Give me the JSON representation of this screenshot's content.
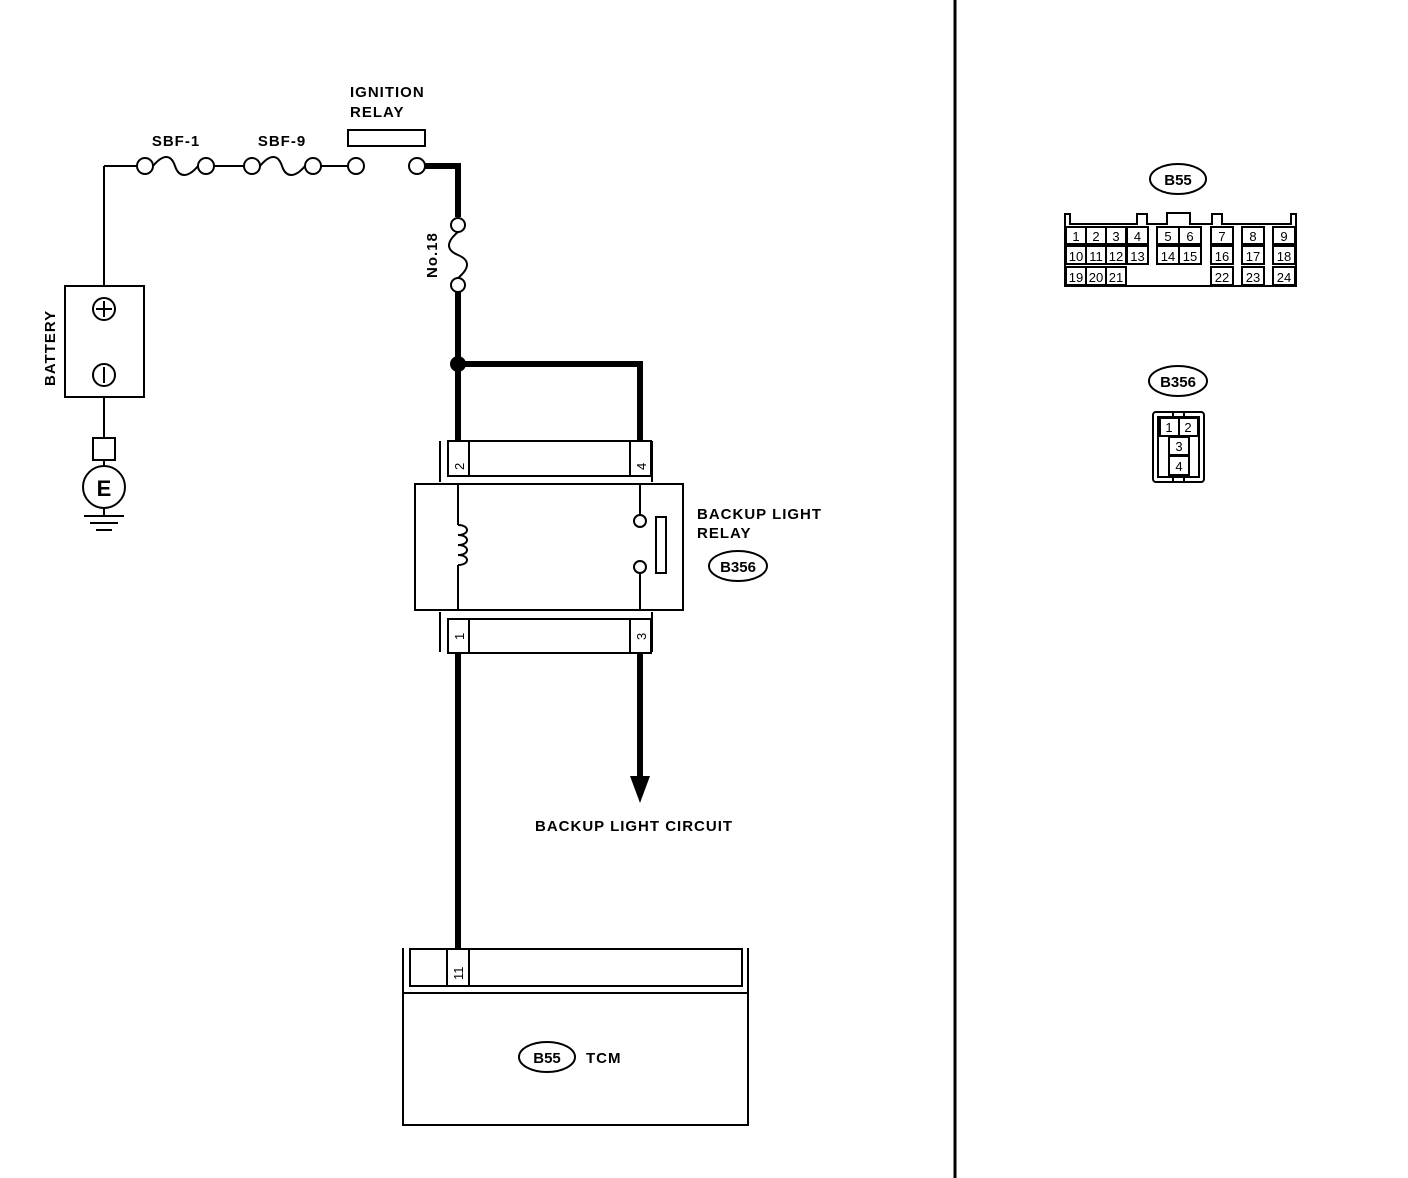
{
  "labels": {
    "ignition_relay_line1": "IGNITION",
    "ignition_relay_line2": "RELAY",
    "sbf1": "SBF-1",
    "sbf9": "SBF-9",
    "fuse_no18": "No.18",
    "battery": "BATTERY",
    "battery_plus": "+",
    "battery_minus": "−",
    "ground": "E",
    "backup_relay_line1": "BACKUP LIGHT",
    "backup_relay_line2": "RELAY",
    "backup_relay_connector": "B356",
    "backup_light_circuit": "BACKUP LIGHT CIRCUIT",
    "tcm_connector": "B55",
    "tcm": "TCM"
  },
  "relay_pins": {
    "p1": "1",
    "p2": "2",
    "p3": "3",
    "p4": "4"
  },
  "tcm_pin": "11",
  "connector_b55": {
    "name": "B55",
    "row1": [
      "1",
      "2",
      "3",
      "4",
      "5",
      "6",
      "7",
      "8",
      "9"
    ],
    "row2": [
      "10",
      "11",
      "12",
      "13",
      "14",
      "15",
      "16",
      "17",
      "18"
    ],
    "row3": [
      "19",
      "20",
      "21",
      "22",
      "23",
      "24"
    ]
  },
  "connector_b356": {
    "name": "B356",
    "pins": [
      "1",
      "2",
      "3",
      "4"
    ]
  }
}
